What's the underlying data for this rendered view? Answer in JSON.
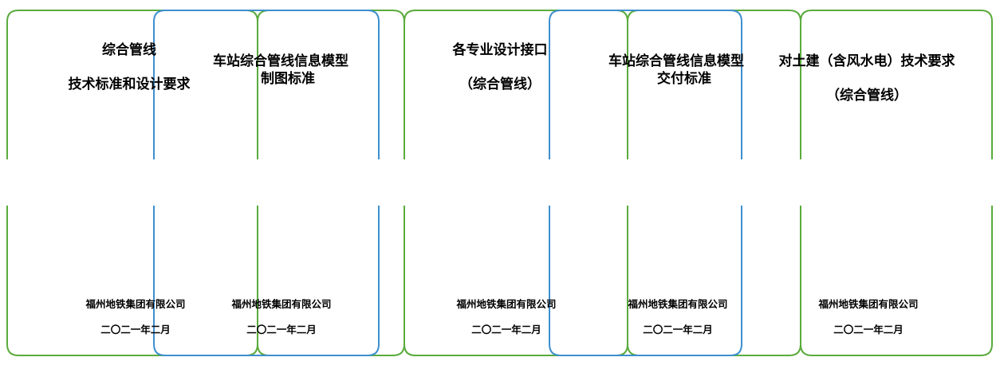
{
  "colors": {
    "green_frame": "#5aab3c",
    "blue_frame": "#3d8fcf"
  },
  "covers": [
    {
      "title_lines": [
        "综合管线",
        "技术标准和设计要求"
      ],
      "company": "福州地铁集团有限公司",
      "date": "二〇二一年二月"
    },
    {
      "title_lines": [
        "车站综合管线信息模型",
        "制图标准"
      ],
      "company": "福州地铁集团有限公司",
      "date": "二〇二一年二月"
    },
    {
      "title_lines": [
        "各专业设计接口",
        "（综合管线）"
      ],
      "company": "福州地铁集团有限公司",
      "date": "二〇二一年二月"
    },
    {
      "title_lines": [
        "车站综合管线信息模型",
        "交付标准"
      ],
      "company": "福州地铁集团有限公司",
      "date": "二〇二一年二月"
    },
    {
      "title_lines": [
        "对土建（含风水电）技术要求",
        "（综合管线）"
      ],
      "company": "福州地铁集团有限公司",
      "date": "二〇二一年二月"
    }
  ]
}
